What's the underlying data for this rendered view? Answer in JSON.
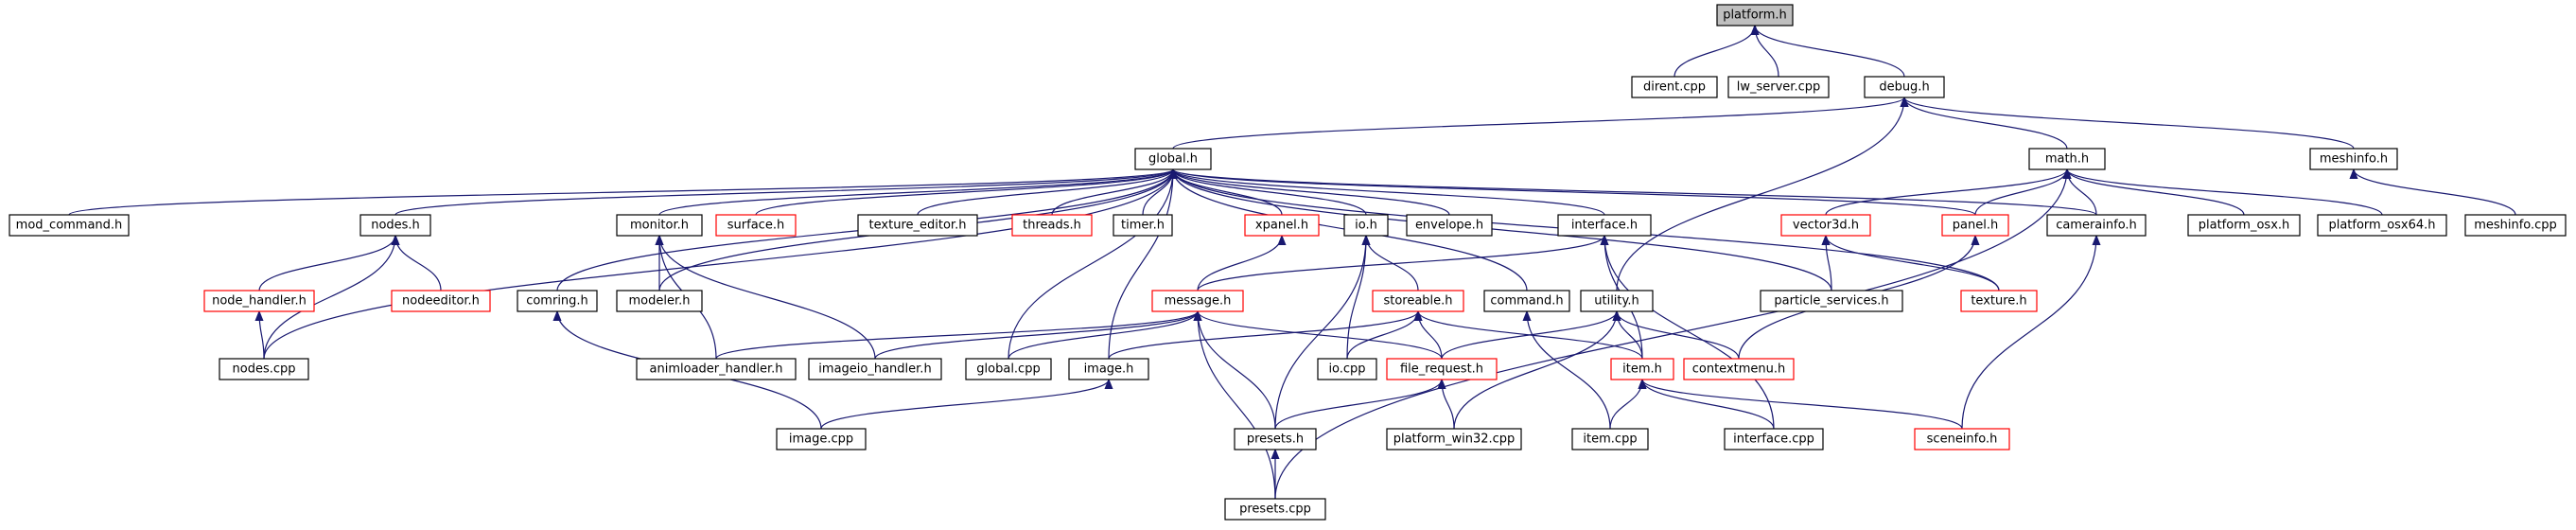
{
  "colors": {
    "edge": "#191970",
    "red_border": "#ff0000",
    "black_border": "#000000",
    "root_fill": "#bfbfbf",
    "background": "#ffffff"
  },
  "nodes": [
    {
      "id": "platform_h",
      "label": "platform.h",
      "border": "black",
      "root": true
    },
    {
      "id": "dirent_cpp",
      "label": "dirent.cpp",
      "border": "black"
    },
    {
      "id": "lw_server_cpp",
      "label": "lw_server.cpp",
      "border": "black"
    },
    {
      "id": "debug_h",
      "label": "debug.h",
      "border": "black"
    },
    {
      "id": "global_h",
      "label": "global.h",
      "border": "black"
    },
    {
      "id": "math_h",
      "label": "math.h",
      "border": "black"
    },
    {
      "id": "meshinfo_h",
      "label": "meshinfo.h",
      "border": "black"
    },
    {
      "id": "mod_command_h",
      "label": "mod_command.h",
      "border": "black"
    },
    {
      "id": "nodes_h",
      "label": "nodes.h",
      "border": "black"
    },
    {
      "id": "monitor_h",
      "label": "monitor.h",
      "border": "black"
    },
    {
      "id": "surface_h",
      "label": "surface.h",
      "border": "red"
    },
    {
      "id": "texture_editor_h",
      "label": "texture_editor.h",
      "border": "black"
    },
    {
      "id": "threads_h",
      "label": "threads.h",
      "border": "red"
    },
    {
      "id": "timer_h",
      "label": "timer.h",
      "border": "black"
    },
    {
      "id": "xpanel_h",
      "label": "xpanel.h",
      "border": "red"
    },
    {
      "id": "io_h",
      "label": "io.h",
      "border": "black"
    },
    {
      "id": "envelope_h",
      "label": "envelope.h",
      "border": "black"
    },
    {
      "id": "interface_h",
      "label": "interface.h",
      "border": "black"
    },
    {
      "id": "vector3d_h",
      "label": "vector3d.h",
      "border": "red"
    },
    {
      "id": "panel_h",
      "label": "panel.h",
      "border": "red"
    },
    {
      "id": "camerainfo_h",
      "label": "camerainfo.h",
      "border": "black"
    },
    {
      "id": "platform_osx_h",
      "label": "platform_osx.h",
      "border": "black"
    },
    {
      "id": "platform_osx64_h",
      "label": "platform_osx64.h",
      "border": "black"
    },
    {
      "id": "meshinfo_cpp",
      "label": "meshinfo.cpp",
      "border": "black"
    },
    {
      "id": "node_handler_h",
      "label": "node_handler.h",
      "border": "red"
    },
    {
      "id": "nodeeditor_h",
      "label": "nodeeditor.h",
      "border": "red"
    },
    {
      "id": "comring_h",
      "label": "comring.h",
      "border": "black"
    },
    {
      "id": "modeler_h",
      "label": "modeler.h",
      "border": "black"
    },
    {
      "id": "message_h",
      "label": "message.h",
      "border": "red"
    },
    {
      "id": "storeable_h",
      "label": "storeable.h",
      "border": "red"
    },
    {
      "id": "command_h",
      "label": "command.h",
      "border": "black"
    },
    {
      "id": "utility_h",
      "label": "utility.h",
      "border": "black"
    },
    {
      "id": "particle_services_h",
      "label": "particle_services.h",
      "border": "black"
    },
    {
      "id": "texture_h",
      "label": "texture.h",
      "border": "red"
    },
    {
      "id": "nodes_cpp",
      "label": "nodes.cpp",
      "border": "black"
    },
    {
      "id": "animloader_handler_h",
      "label": "animloader_handler.h",
      "border": "black"
    },
    {
      "id": "imageio_handler_h",
      "label": "imageio_handler.h",
      "border": "black"
    },
    {
      "id": "global_cpp",
      "label": "global.cpp",
      "border": "black"
    },
    {
      "id": "image_h",
      "label": "image.h",
      "border": "black"
    },
    {
      "id": "io_cpp",
      "label": "io.cpp",
      "border": "black"
    },
    {
      "id": "file_request_h",
      "label": "file_request.h",
      "border": "red"
    },
    {
      "id": "item_h",
      "label": "item.h",
      "border": "red"
    },
    {
      "id": "contextmenu_h",
      "label": "contextmenu.h",
      "border": "red"
    },
    {
      "id": "image_cpp",
      "label": "image.cpp",
      "border": "black"
    },
    {
      "id": "presets_h",
      "label": "presets.h",
      "border": "black"
    },
    {
      "id": "platform_win32_cpp",
      "label": "platform_win32.cpp",
      "border": "black"
    },
    {
      "id": "item_cpp",
      "label": "item.cpp",
      "border": "black"
    },
    {
      "id": "interface_cpp",
      "label": "interface.cpp",
      "border": "black"
    },
    {
      "id": "sceneinfo_h",
      "label": "sceneinfo.h",
      "border": "red"
    },
    {
      "id": "presets_cpp",
      "label": "presets.cpp",
      "border": "black"
    }
  ],
  "edges": [
    [
      "dirent_cpp",
      "platform_h"
    ],
    [
      "lw_server_cpp",
      "platform_h"
    ],
    [
      "debug_h",
      "platform_h"
    ],
    [
      "global_h",
      "debug_h"
    ],
    [
      "math_h",
      "debug_h"
    ],
    [
      "meshinfo_h",
      "debug_h"
    ],
    [
      "utility_h",
      "debug_h"
    ],
    [
      "mod_command_h",
      "global_h"
    ],
    [
      "nodes_h",
      "global_h"
    ],
    [
      "monitor_h",
      "global_h"
    ],
    [
      "surface_h",
      "global_h"
    ],
    [
      "texture_editor_h",
      "global_h"
    ],
    [
      "threads_h",
      "global_h"
    ],
    [
      "timer_h",
      "global_h"
    ],
    [
      "xpanel_h",
      "global_h"
    ],
    [
      "io_h",
      "global_h"
    ],
    [
      "envelope_h",
      "global_h"
    ],
    [
      "interface_h",
      "global_h"
    ],
    [
      "panel_h",
      "global_h"
    ],
    [
      "camerainfo_h",
      "global_h"
    ],
    [
      "comring_h",
      "global_h"
    ],
    [
      "modeler_h",
      "global_h"
    ],
    [
      "command_h",
      "global_h"
    ],
    [
      "particle_services_h",
      "global_h"
    ],
    [
      "texture_h",
      "global_h"
    ],
    [
      "nodes_cpp",
      "global_h"
    ],
    [
      "global_cpp",
      "global_h"
    ],
    [
      "image_h",
      "global_h"
    ],
    [
      "vector3d_h",
      "math_h"
    ],
    [
      "panel_h",
      "math_h"
    ],
    [
      "camerainfo_h",
      "math_h"
    ],
    [
      "platform_osx_h",
      "math_h"
    ],
    [
      "platform_osx64_h",
      "math_h"
    ],
    [
      "presets_cpp",
      "math_h"
    ],
    [
      "meshinfo_cpp",
      "meshinfo_h"
    ],
    [
      "node_handler_h",
      "nodes_h"
    ],
    [
      "nodeeditor_h",
      "nodes_h"
    ],
    [
      "nodes_cpp",
      "nodes_h"
    ],
    [
      "nodes_cpp",
      "node_handler_h"
    ],
    [
      "modeler_h",
      "monitor_h"
    ],
    [
      "animloader_handler_h",
      "monitor_h"
    ],
    [
      "imageio_handler_h",
      "monitor_h"
    ],
    [
      "message_h",
      "xpanel_h"
    ],
    [
      "storeable_h",
      "io_h"
    ],
    [
      "io_cpp",
      "io_h"
    ],
    [
      "presets_h",
      "io_h"
    ],
    [
      "message_h",
      "interface_h"
    ],
    [
      "item_h",
      "interface_h"
    ],
    [
      "interface_cpp",
      "interface_h"
    ],
    [
      "particle_services_h",
      "vector3d_h"
    ],
    [
      "texture_h",
      "vector3d_h"
    ],
    [
      "contextmenu_h",
      "panel_h"
    ],
    [
      "sceneinfo_h",
      "camerainfo_h"
    ],
    [
      "image_cpp",
      "comring_h"
    ],
    [
      "animloader_handler_h",
      "message_h"
    ],
    [
      "imageio_handler_h",
      "message_h"
    ],
    [
      "global_cpp",
      "message_h"
    ],
    [
      "file_request_h",
      "message_h"
    ],
    [
      "presets_h",
      "message_h"
    ],
    [
      "presets_cpp",
      "message_h"
    ],
    [
      "io_cpp",
      "storeable_h"
    ],
    [
      "image_h",
      "storeable_h"
    ],
    [
      "file_request_h",
      "storeable_h"
    ],
    [
      "item_h",
      "storeable_h"
    ],
    [
      "item_cpp",
      "command_h"
    ],
    [
      "file_request_h",
      "utility_h"
    ],
    [
      "item_h",
      "utility_h"
    ],
    [
      "contextmenu_h",
      "utility_h"
    ],
    [
      "platform_win32_cpp",
      "utility_h"
    ],
    [
      "image_cpp",
      "image_h"
    ],
    [
      "presets_h",
      "file_request_h"
    ],
    [
      "platform_win32_cpp",
      "file_request_h"
    ],
    [
      "item_cpp",
      "item_h"
    ],
    [
      "interface_cpp",
      "item_h"
    ],
    [
      "sceneinfo_h",
      "item_h"
    ],
    [
      "presets_cpp",
      "presets_h"
    ]
  ]
}
